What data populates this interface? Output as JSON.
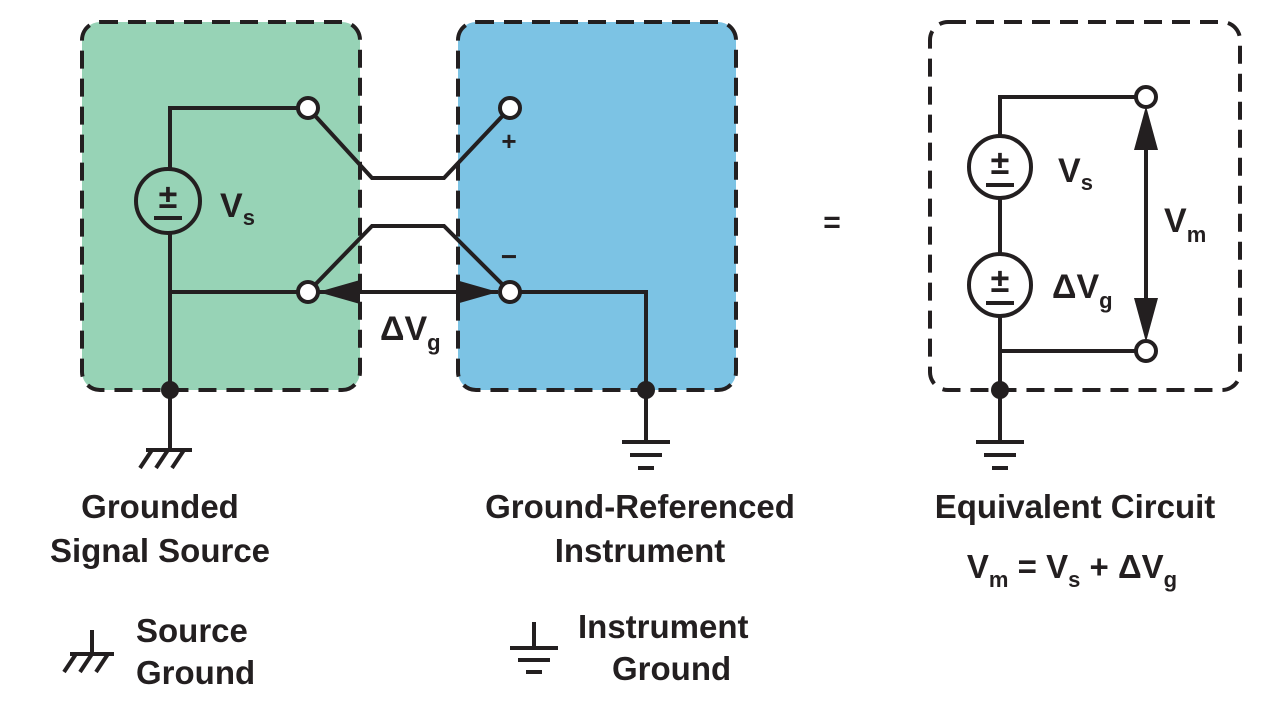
{
  "colors": {
    "source_box": "#97d3b6",
    "instrument_box": "#7cc3e4",
    "line": "#231f20"
  },
  "source": {
    "voltage_label": "V",
    "voltage_sub": "s",
    "plus_minus": "±",
    "caption_line1": "Grounded",
    "caption_line2": "Signal Source"
  },
  "instrument": {
    "plus_label": "+",
    "minus_label": "−",
    "caption_line1": "Ground-Referenced",
    "caption_line2": "Instrument"
  },
  "ground_offset": {
    "label": "ΔV",
    "sub": "g"
  },
  "equals": "=",
  "equivalent": {
    "vs_label": "V",
    "vs_sub": "s",
    "dvg_label": "ΔV",
    "dvg_sub": "g",
    "vm_label": "V",
    "vm_sub": "m",
    "plus_minus": "±",
    "caption": "Equivalent Circuit",
    "formula": {
      "vm": "V",
      "vm_sub": "m",
      "eq": " = ",
      "vs": "V",
      "vs_sub": "s",
      "plus": " + ",
      "dvg": "ΔV",
      "dvg_sub": "g"
    }
  },
  "legend": {
    "source_ground_line1": "Source",
    "source_ground_line2": "Ground",
    "instrument_ground_line1": "Instrument",
    "instrument_ground_line2": "Ground"
  }
}
